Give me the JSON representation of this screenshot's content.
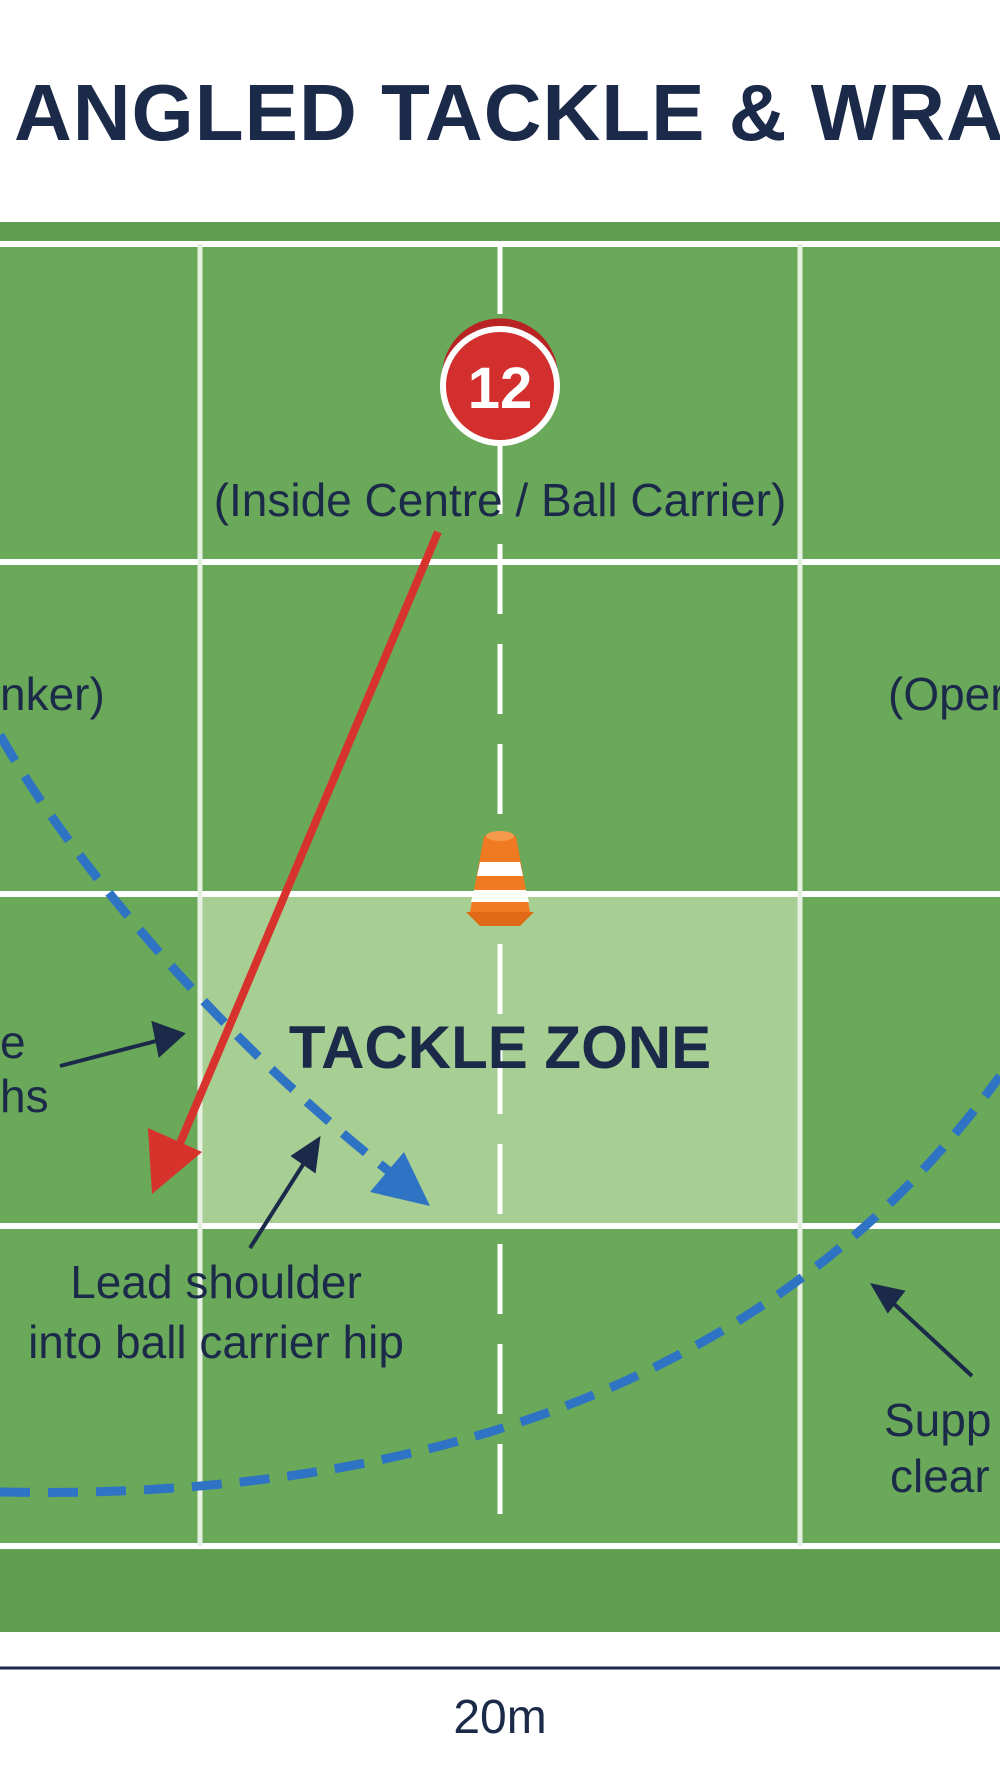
{
  "title": "ANGLED TACKLE & WRAP PR",
  "players": [
    {
      "number": "12",
      "role": "(Inside Centre / Ball Carrier)",
      "color": "#d32f2f"
    }
  ],
  "labels": {
    "left_role_partial": "nker)",
    "right_role_partial": "(Oper",
    "tackle_zone": "TACKLE ZONE",
    "left_note_line1": "e",
    "left_note_line2": "hs",
    "lead_shoulder_line1": "Lead shoulder",
    "lead_shoulder_line2": "into ball carrier hip",
    "support_line1": "Supp",
    "support_line2": "clear",
    "scale": "20m"
  },
  "colors": {
    "grass": "#6aa85a",
    "grass_light": "#a9cf94",
    "line": "#ffffff",
    "ball_carrier_path": "#d8322c",
    "defender_path": "#2e73c4",
    "text_dark": "#1c2a4a",
    "cone": "#f07a22"
  },
  "icons": [
    "cone-icon",
    "player-12-marker-icon"
  ]
}
